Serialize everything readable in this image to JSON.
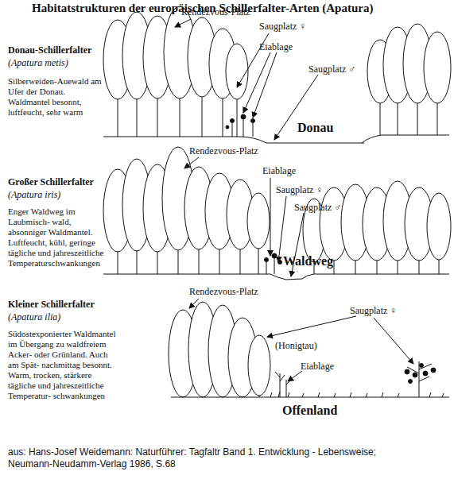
{
  "diagram": {
    "title": "Habitatstrukturen der europäischen Schillerfalter-Arten (Apatura)",
    "caption": "aus: Hans-Josef Weidemann: Naturführer: Tagfaltr Band 1. Entwicklung - Lebensweise; Neumann-Neudamm-Verlag 1986, S.68",
    "labels": [
      "Rendezvous-Platz",
      "Donau-Schillerfalter",
      "(Apatura metis)",
      "Silberweiden-Auewald am Ufer der Donau. Waldmantel besonnt, luftfeucht, sehr warm",
      "Saugplatz ♀",
      "Eiablage",
      "Saugplatz ♂",
      "Donau",
      "Rendezvous-Platz",
      "Großer Schillerfalter",
      "(Apatura iris)",
      "Enger Waldweg im Laubmisch- wald, absonniger Waldmantel. Luftfeucht, kühl, geringe tägliche und jahreszeitliche Temperaturschwankungen",
      "Eiablage",
      "Saugplatz ♀",
      "Saugplatz ♂",
      "Waldweg",
      "Rendezvous-Platz",
      "Kleiner Schillerfalter",
      "(Apatura ilia)",
      "Südostexponierter Waldmantel im Übergang zu waldfreiem Acker- oder Grünland. Auch am Spät- nachmittag besonnt. Warm, trocken, stärkere tägliche und jahreszeitliche Temperatur- schwankungen",
      "Saugplatz ♀",
      "(Honigtau)",
      "Eiablage",
      "Offenland"
    ]
  }
}
